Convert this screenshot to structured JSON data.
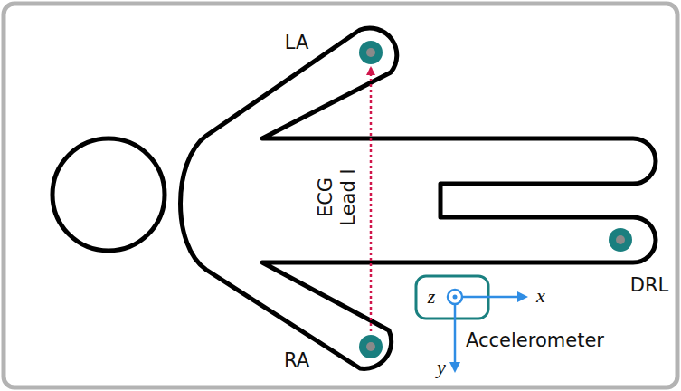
{
  "diagram": {
    "nodes": [
      {
        "text": [
          "LA"
        ]
      },
      {
        "text": [
          "RA"
        ]
      },
      {
        "text": [
          "DRL"
        ]
      },
      {
        "text": [
          "Accelerometer"
        ]
      }
    ],
    "edges": [
      {
        "from": 1,
        "to": 0,
        "arrow": "to",
        "label": "ECG Lead I"
      }
    ],
    "labels": [
      "z",
      "x",
      "y"
    ]
  }
}
